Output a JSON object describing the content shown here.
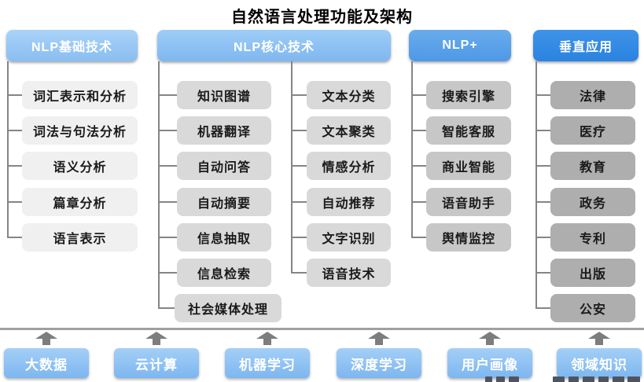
{
  "title": "自然语言处理功能及架构",
  "columns": [
    {
      "id": "nlp-basic",
      "header": "NLP基础技术",
      "groups": [
        {
          "items": [
            "词汇表示和分析",
            "词法与句法分析",
            "语义分析",
            "篇章分析",
            "语言表示"
          ]
        }
      ]
    },
    {
      "id": "nlp-core",
      "header": "NLP核心技术",
      "groups": [
        {
          "items": [
            "知识图谱",
            "机器翻译",
            "自动问答",
            "自动摘要",
            "信息抽取",
            "信息检索",
            "社会媒体处理"
          ]
        },
        {
          "items": [
            "文本分类",
            "文本聚类",
            "情感分析",
            "自动推荐",
            "文字识别",
            "语音技术"
          ]
        }
      ]
    },
    {
      "id": "nlp-plus",
      "header": "NLP+",
      "groups": [
        {
          "items": [
            "搜索引擎",
            "智能客服",
            "商业智能",
            "语音助手",
            "舆情监控"
          ]
        }
      ]
    },
    {
      "id": "vertical-apps",
      "header": "垂直应用",
      "groups": [
        {
          "items": [
            "法律",
            "医疗",
            "教育",
            "政务",
            "专利",
            "出版",
            "公安"
          ]
        }
      ]
    }
  ],
  "foundation": [
    "大数据",
    "云计算",
    "机器学习",
    "深度学习",
    "用户画像",
    "领域知识"
  ],
  "colors": {
    "header_gradients": [
      [
        "#aad3f8",
        "#89bdf1"
      ],
      [
        "#9ecdf6",
        "#7fb7f0"
      ],
      [
        "#69aceb",
        "#4e98e6"
      ],
      [
        "#3f93e8",
        "#2a83e0"
      ],
      [
        "#a4cff6",
        "#7db6f0"
      ]
    ],
    "item_grays": [
      "#f0f0f0",
      "#d9d9d9",
      "#c7c7c7",
      "#aeaeae"
    ],
    "connector": "#858585",
    "arrow": "#7d7d7d",
    "separator": "#a0a0a0",
    "title_text": "#000000",
    "header_text": "#ffffff",
    "item_text": "#1a1a1a"
  }
}
